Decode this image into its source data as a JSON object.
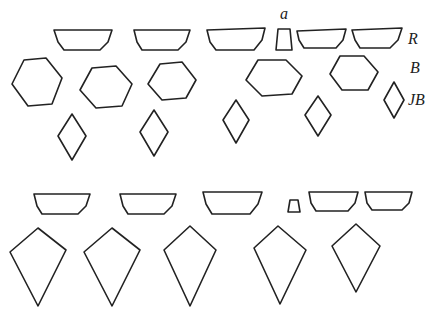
{
  "diagram": {
    "labels": [
      "a",
      "R",
      "B",
      "JB"
    ]
  }
}
